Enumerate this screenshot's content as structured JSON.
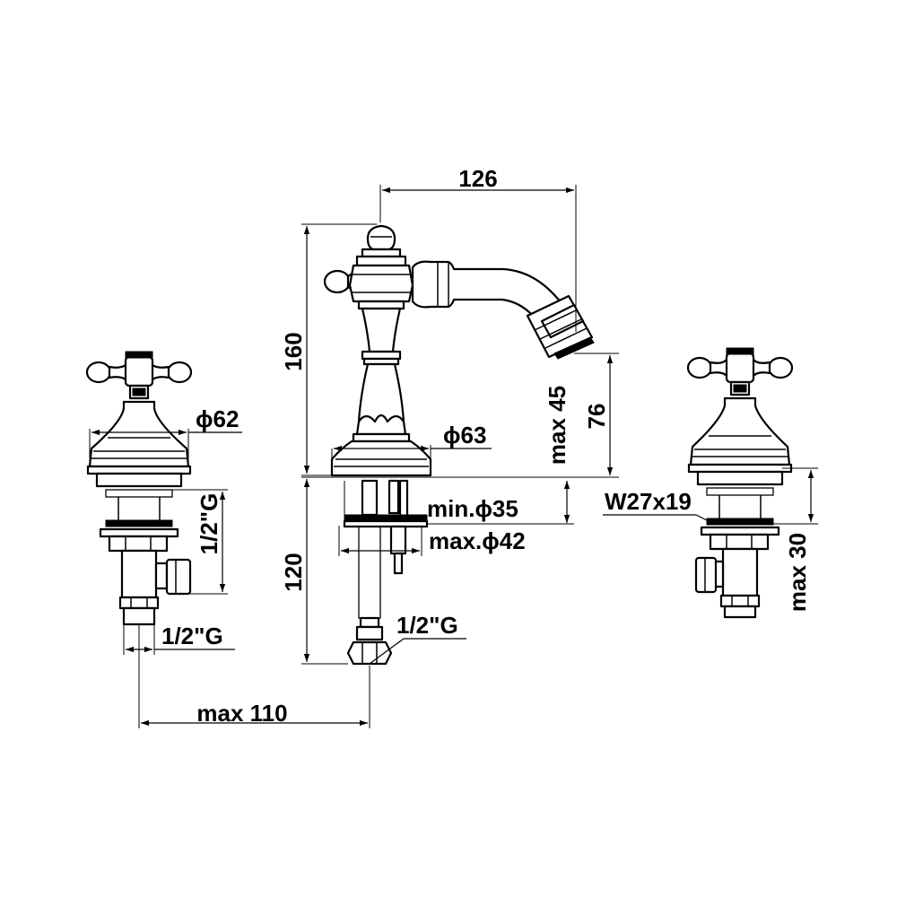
{
  "dimensions": {
    "spout_reach": "126",
    "body_height": "160",
    "spout_height": "76",
    "spout_max": "max 45",
    "base_diameter": "ϕ63",
    "valve_diameter": "ϕ62",
    "hole_min": "min.ϕ35",
    "hole_max": "max.ϕ42",
    "shank_length": "120",
    "hose_thread": "1/2\"G",
    "valve_thread_vertical": "1/2\"G",
    "valve_thread_outlet": "1/2\"G",
    "spread": "max 110",
    "nut_size": "W27x19",
    "deck_max": "max 30"
  },
  "colors": {
    "line": "#000000",
    "background": "#ffffff"
  }
}
